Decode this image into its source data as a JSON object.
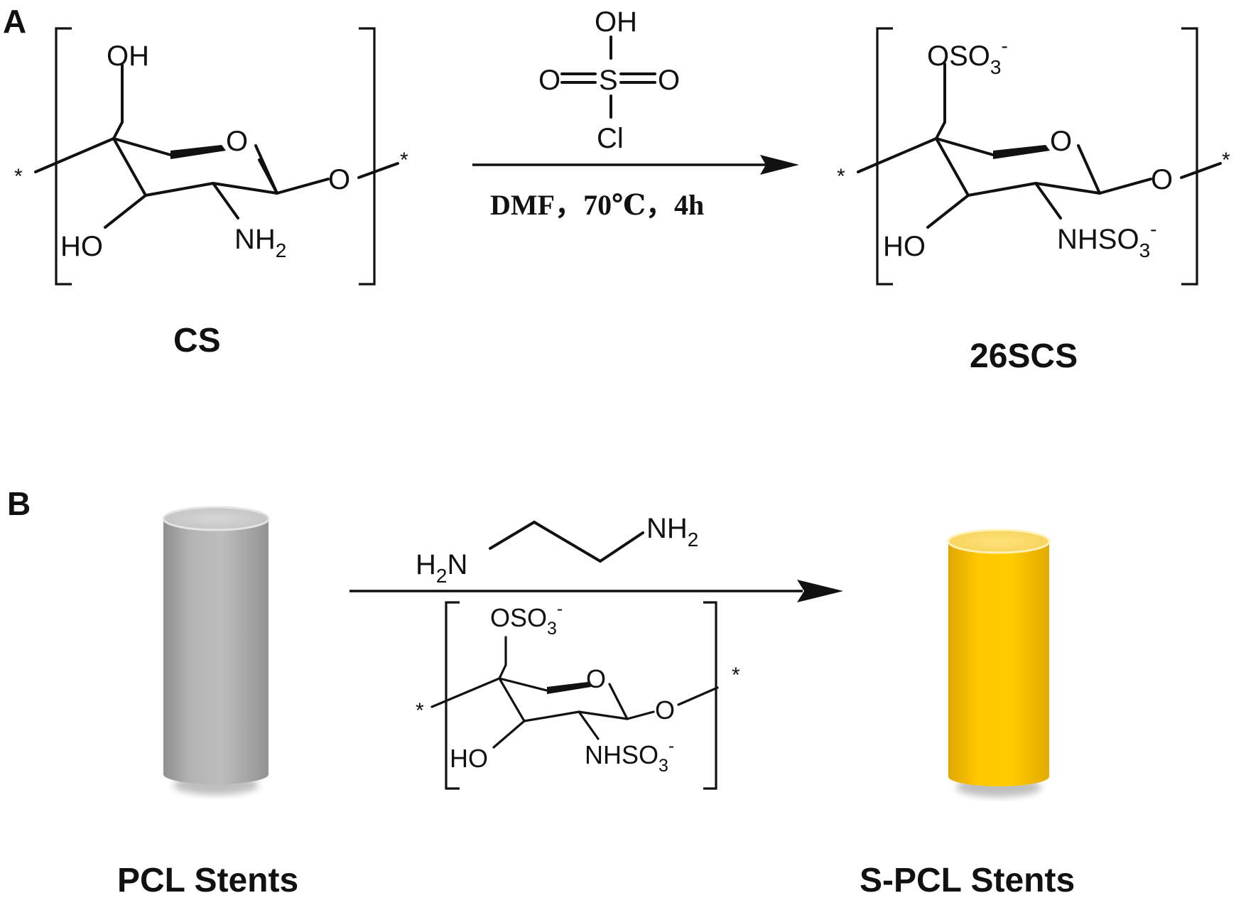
{
  "panels": {
    "a": "A",
    "b": "B"
  },
  "star": "*",
  "cs": {
    "label": "CS",
    "oh_top": "OH",
    "ring_o": "O",
    "link_o": "O",
    "ho": "HO",
    "nh": "NH",
    "nh_sub": "2"
  },
  "scs": {
    "label": "26SCS",
    "oso": "OSO",
    "oso_sub": "3",
    "oso_sup": "-",
    "ring_o": "O",
    "link_o": "O",
    "ho": "HO",
    "nhso": "NHSO",
    "nhso_sub": "3",
    "nhso_sup": "-"
  },
  "reagent": {
    "oh": "OH",
    "o_left": "O",
    "s": "S",
    "o_right": "O",
    "cl": "Cl",
    "conditions": "DMF，70℃，4h"
  },
  "ethylenediamine": {
    "h": "H",
    "h_sub": "2",
    "n": "N",
    "nh": "NH",
    "nh_sub": "2"
  },
  "scs_small": {
    "oso": "OSO",
    "oso_sub": "3",
    "oso_sup": "-",
    "ring_o": "O",
    "link_o": "O",
    "ho": "HO",
    "nhso": "NHSO",
    "nhso_sub": "3",
    "nhso_sup": "-"
  },
  "stents": {
    "pcl_label": "PCL Stents",
    "spcl_label": "S-PCL Stents",
    "pcl_color": "#b4b4b4",
    "spcl_color": "#ffcc00"
  }
}
